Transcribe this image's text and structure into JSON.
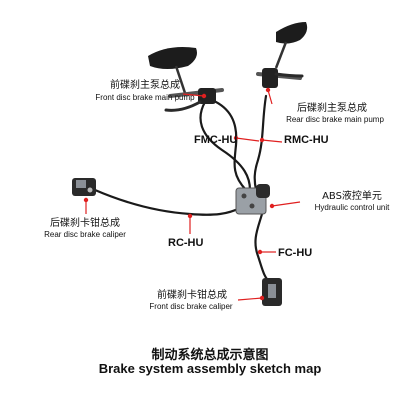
{
  "labels": {
    "front_pump_cn": "前碟刹主泵总成",
    "front_pump_en": "Front disc brake main pump",
    "rear_pump_cn": "后碟刹主泵总成",
    "rear_pump_en": "Rear disc brake main pump",
    "fmc": "FMC-HU",
    "rmc": "RMC-HU",
    "abs_cn": "ABS液控单元",
    "abs_en": "Hydraulic control unit",
    "rear_caliper_cn": "后碟刹卡钳总成",
    "rear_caliper_en": "Rear disc brake caliper",
    "rc": "RC-HU",
    "fc": "FC-HU",
    "front_caliper_cn": "前碟刹卡钳总成",
    "front_caliper_en": "Front disc brake caliper"
  },
  "title": {
    "cn": "制动系统总成示意图",
    "en": "Brake system assembly sketch map"
  },
  "colors": {
    "leader": "#e02020",
    "hose": "#1a1a1a",
    "metal": "#8a8f96"
  }
}
